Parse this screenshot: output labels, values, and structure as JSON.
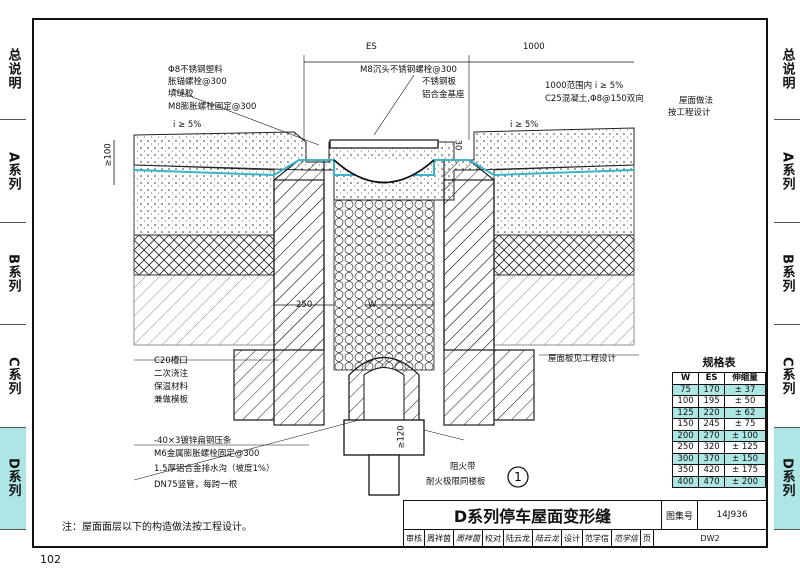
{
  "side_tabs": [
    "总说明",
    "A系列",
    "B系列",
    "C系列",
    "D系列"
  ],
  "labels": {
    "es": "ES",
    "dim_1000": "1000",
    "plastic_bolt": "Φ8不锈钢塑料",
    "expansion_bolt": "胀锚螺栓@300",
    "sealant": "填缝胶",
    "m8_bolt": "M8膨胀螺栓固定@300",
    "m8_countersunk": "M8沉头不锈钢螺栓@300",
    "ss_plate": "不锈钢板",
    "al_base": "铝合金基座",
    "range_slope": "1000范围内 i ≥ 5%",
    "c25": "C25混凝土,Φ8@150双向",
    "roof_method_1": "屋面做法",
    "roof_method_2": "按工程设计",
    "slope_left": "i ≥ 5%",
    "slope_right": "i ≥ 5%",
    "dim_100": "≥100",
    "dim_30": "30",
    "dim_250": "250",
    "dim_w": "W",
    "c20": "C20槽口",
    "second_pour": "二次浇注",
    "insulation": "保温材料",
    "formwork": "兼做模板",
    "roof_slab": "屋面板见工程设计",
    "flat_steel": "-40×3镀锌扁钢压条",
    "m6_bolt": "M6金属膨胀螺栓固定@300",
    "drain": "1.5厚铝合金排水沟（坡度1%）",
    "dn75": "DN75竖管，每跨一根",
    "dim_120": "≥120",
    "fire_belt": "阻火带",
    "fire_rating": "耐火极限同楼板",
    "detail_no": "1"
  },
  "spec_table": {
    "title": "规格表",
    "headers": [
      "W",
      "ES",
      "伸缩量"
    ],
    "rows": [
      [
        "75",
        "170",
        "± 37"
      ],
      [
        "100",
        "195",
        "± 50"
      ],
      [
        "125",
        "220",
        "± 62"
      ],
      [
        "150",
        "245",
        "± 75"
      ],
      [
        "200",
        "270",
        "± 100"
      ],
      [
        "250",
        "320",
        "± 125"
      ],
      [
        "300",
        "370",
        "± 150"
      ],
      [
        "350",
        "420",
        "± 175"
      ],
      [
        "400",
        "470",
        "± 200"
      ]
    ],
    "highlighted_rows": [
      0,
      2,
      4,
      6,
      8
    ]
  },
  "note": "注：屋面面层以下的构造做法按工程设计。",
  "title_block": {
    "title": "D系列停车屋面变形缝",
    "atlas_label": "图集号",
    "atlas_no": "14J936",
    "review": "审核",
    "reviewer": "周祥茵",
    "reviewer_sig": "周祥茵",
    "check": "校对",
    "checker": "陆云龙",
    "checker_sig": "陆云龙",
    "design": "设计",
    "designer": "范学信",
    "designer_sig": "范学信",
    "page_label": "页",
    "page_code": "DW2"
  },
  "page_number": "102"
}
